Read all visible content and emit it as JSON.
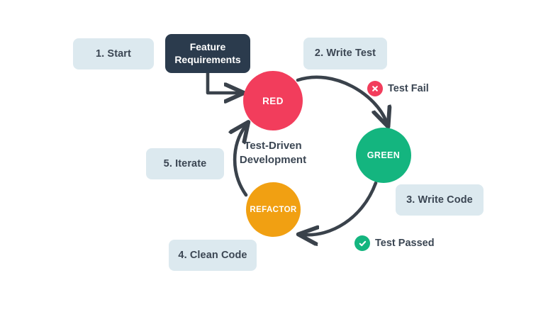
{
  "diagram": {
    "center_title": "Test-Driven\nDevelopment",
    "source_box": {
      "label": "Feature\nRequirements"
    },
    "nodes": [
      {
        "id": "red",
        "label": "RED",
        "color": "#f23d5c"
      },
      {
        "id": "green",
        "label": "GREEN",
        "color": "#14b57f"
      },
      {
        "id": "refactor",
        "label": "REFACTOR",
        "color": "#f1a012"
      }
    ],
    "steps": [
      {
        "id": "start",
        "label": "1. Start"
      },
      {
        "id": "write-test",
        "label": "2. Write Test"
      },
      {
        "id": "write-code",
        "label": "3. Write Code"
      },
      {
        "id": "clean-code",
        "label": "4. Clean Code"
      },
      {
        "id": "iterate",
        "label": "5. Iterate"
      }
    ],
    "status_markers": [
      {
        "id": "test-fail",
        "label": "Test Fail",
        "icon": "x-circle-icon",
        "color": "#f23d5c"
      },
      {
        "id": "test-passed",
        "label": "Test Passed",
        "icon": "check-circle-icon",
        "color": "#14b57f"
      }
    ],
    "colors": {
      "chip_background": "#dce9ef",
      "chip_text": "#3b4653",
      "dark_box": "#2b3b4d",
      "arrow": "#3a424b",
      "page_background": "#ffffff"
    }
  }
}
